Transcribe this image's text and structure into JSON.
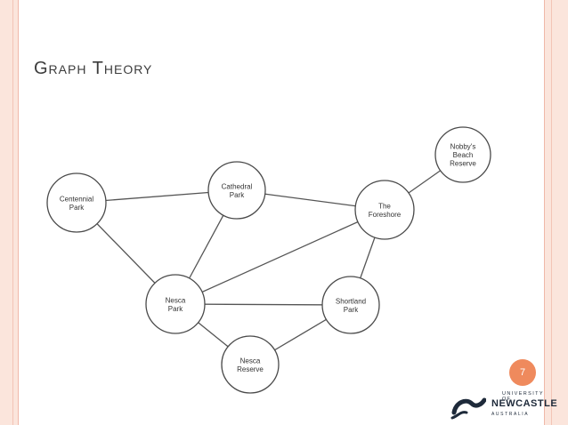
{
  "slide": {
    "title": "Graph Theory",
    "page_number": "7"
  },
  "graph": {
    "nodes": [
      {
        "id": "centennial",
        "lines": [
          "Centennial",
          "Park"
        ]
      },
      {
        "id": "cathedral",
        "lines": [
          "Cathedral",
          "Park"
        ]
      },
      {
        "id": "nobbys",
        "lines": [
          "Nobby's",
          "Beach",
          "Reserve"
        ]
      },
      {
        "id": "foreshore",
        "lines": [
          "The",
          "Foreshore"
        ]
      },
      {
        "id": "nesca-park",
        "lines": [
          "Nesca",
          "Park"
        ]
      },
      {
        "id": "shortland",
        "lines": [
          "Shortland",
          "Park"
        ]
      },
      {
        "id": "nesca-reserve",
        "lines": [
          "Nesca",
          "Reserve"
        ]
      }
    ],
    "edges": [
      [
        "centennial",
        "cathedral"
      ],
      [
        "centennial",
        "nesca-park"
      ],
      [
        "cathedral",
        "foreshore"
      ],
      [
        "cathedral",
        "nesca-park"
      ],
      [
        "foreshore",
        "nobbys"
      ],
      [
        "foreshore",
        "nesca-park"
      ],
      [
        "foreshore",
        "shortland"
      ],
      [
        "nesca-park",
        "shortland"
      ],
      [
        "nesca-park",
        "nesca-reserve"
      ],
      [
        "shortland",
        "nesca-reserve"
      ]
    ]
  },
  "logo": {
    "line1": "UNIVERSITY OF",
    "line2": "NEWCASTLE",
    "line3": "AUSTRALIA"
  },
  "colors": {
    "frame": "#fbe5dc",
    "badge": "#ef8a5d",
    "node_stroke": "#4a4a4a"
  }
}
